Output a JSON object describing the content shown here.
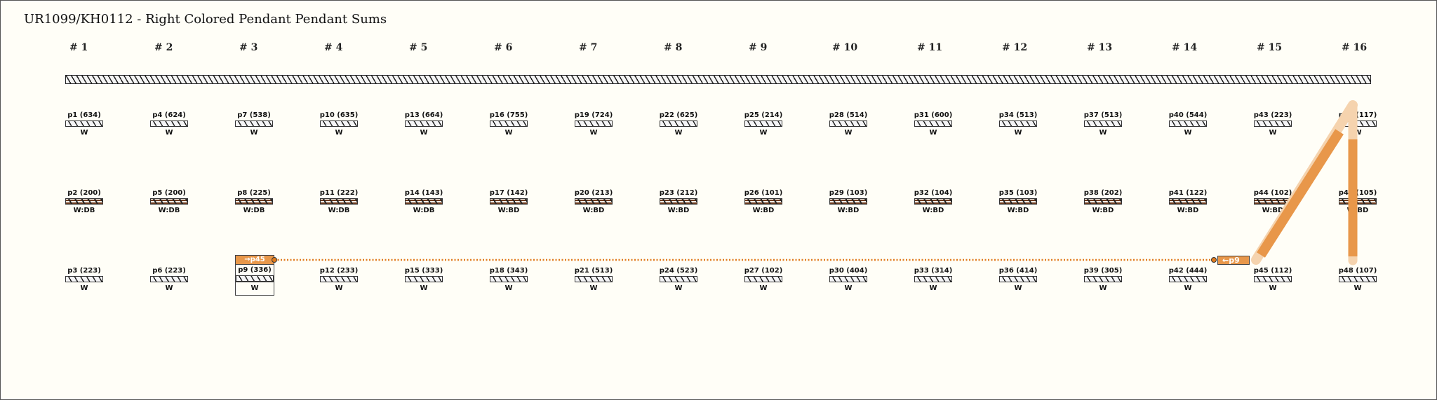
{
  "title": "UR1099/KH0112 - Right Colored Pendant Pendant Sums",
  "colors": {
    "link": "#e8974a",
    "link_light": "#f5d3ae",
    "dotted": "#e07a1c",
    "mottle": "#6b3a1e"
  },
  "cords": [
    {
      "label": "# 1",
      "pendants": [
        {
          "label": "p1 (634)",
          "color": "W",
          "pattern": "plain"
        },
        {
          "label": "p2 (200)",
          "color": "W:DB",
          "pattern": "mottled"
        },
        {
          "label": "p3 (223)",
          "color": "W",
          "pattern": "plain"
        }
      ]
    },
    {
      "label": "# 2",
      "pendants": [
        {
          "label": "p4 (624)",
          "color": "W",
          "pattern": "plain"
        },
        {
          "label": "p5 (200)",
          "color": "W:DB",
          "pattern": "mottled"
        },
        {
          "label": "p6 (223)",
          "color": "W",
          "pattern": "plain"
        }
      ]
    },
    {
      "label": "# 3",
      "pendants": [
        {
          "label": "p7 (538)",
          "color": "W",
          "pattern": "plain"
        },
        {
          "label": "p8 (225)",
          "color": "W:DB",
          "pattern": "mottled"
        },
        {
          "label": "p9 (336)",
          "color": "W",
          "pattern": "plain",
          "link": "→p45"
        }
      ]
    },
    {
      "label": "# 4",
      "pendants": [
        {
          "label": "p10 (635)",
          "color": "W",
          "pattern": "plain"
        },
        {
          "label": "p11 (222)",
          "color": "W:DB",
          "pattern": "mottled"
        },
        {
          "label": "p12 (233)",
          "color": "W",
          "pattern": "plain"
        }
      ]
    },
    {
      "label": "# 5",
      "pendants": [
        {
          "label": "p13 (664)",
          "color": "W",
          "pattern": "plain"
        },
        {
          "label": "p14 (143)",
          "color": "W:DB",
          "pattern": "mottled"
        },
        {
          "label": "p15 (333)",
          "color": "W",
          "pattern": "plain"
        }
      ]
    },
    {
      "label": "# 6",
      "pendants": [
        {
          "label": "p16 (755)",
          "color": "W",
          "pattern": "plain"
        },
        {
          "label": "p17 (142)",
          "color": "W:BD",
          "pattern": "mottled"
        },
        {
          "label": "p18 (343)",
          "color": "W",
          "pattern": "plain"
        }
      ]
    },
    {
      "label": "# 7",
      "pendants": [
        {
          "label": "p19 (724)",
          "color": "W",
          "pattern": "plain"
        },
        {
          "label": "p20 (213)",
          "color": "W:BD",
          "pattern": "mottled"
        },
        {
          "label": "p21 (513)",
          "color": "W",
          "pattern": "plain"
        }
      ]
    },
    {
      "label": "# 8",
      "pendants": [
        {
          "label": "p22 (625)",
          "color": "W",
          "pattern": "plain"
        },
        {
          "label": "p23 (212)",
          "color": "W:BD",
          "pattern": "mottled"
        },
        {
          "label": "p24 (523)",
          "color": "W",
          "pattern": "plain"
        }
      ]
    },
    {
      "label": "# 9",
      "pendants": [
        {
          "label": "p25 (214)",
          "color": "W",
          "pattern": "plain"
        },
        {
          "label": "p26 (101)",
          "color": "W:BD",
          "pattern": "mottled"
        },
        {
          "label": "p27 (102)",
          "color": "W",
          "pattern": "plain"
        }
      ]
    },
    {
      "label": "# 10",
      "pendants": [
        {
          "label": "p28 (514)",
          "color": "W",
          "pattern": "plain"
        },
        {
          "label": "p29 (103)",
          "color": "W:BD",
          "pattern": "mottled"
        },
        {
          "label": "p30 (404)",
          "color": "W",
          "pattern": "plain"
        }
      ]
    },
    {
      "label": "# 11",
      "pendants": [
        {
          "label": "p31 (600)",
          "color": "W",
          "pattern": "plain"
        },
        {
          "label": "p32 (104)",
          "color": "W:BD",
          "pattern": "mottled"
        },
        {
          "label": "p33 (314)",
          "color": "W",
          "pattern": "plain"
        }
      ]
    },
    {
      "label": "# 12",
      "pendants": [
        {
          "label": "p34 (513)",
          "color": "W",
          "pattern": "plain"
        },
        {
          "label": "p35 (103)",
          "color": "W:BD",
          "pattern": "mottled"
        },
        {
          "label": "p36 (414)",
          "color": "W",
          "pattern": "plain"
        }
      ]
    },
    {
      "label": "# 13",
      "pendants": [
        {
          "label": "p37 (513)",
          "color": "W",
          "pattern": "plain"
        },
        {
          "label": "p38 (202)",
          "color": "W:BD",
          "pattern": "mottled"
        },
        {
          "label": "p39 (305)",
          "color": "W",
          "pattern": "plain"
        }
      ]
    },
    {
      "label": "# 14",
      "pendants": [
        {
          "label": "p40 (544)",
          "color": "W",
          "pattern": "plain"
        },
        {
          "label": "p41 (122)",
          "color": "W:BD",
          "pattern": "mottled"
        },
        {
          "label": "p42 (444)",
          "color": "W",
          "pattern": "plain"
        }
      ]
    },
    {
      "label": "# 15",
      "pendants": [
        {
          "label": "p43 (223)",
          "color": "W",
          "pattern": "plain"
        },
        {
          "label": "p44 (102)",
          "color": "W:BD",
          "pattern": "mottled"
        },
        {
          "label": "p45 (112)",
          "color": "W",
          "pattern": "plain"
        }
      ]
    },
    {
      "label": "# 16",
      "pendants": [
        {
          "label": "p46 (117)",
          "color": "W",
          "pattern": "plain"
        },
        {
          "label": "p47 (105)",
          "color": "W:BD",
          "pattern": "mottled"
        },
        {
          "label": "p48 (107)",
          "color": "W",
          "pattern": "plain"
        }
      ]
    }
  ],
  "link_tag": {
    "label": "←p9"
  }
}
